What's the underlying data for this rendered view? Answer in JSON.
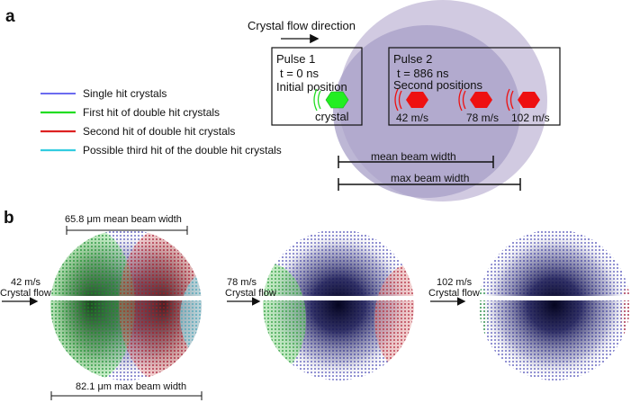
{
  "panel_a": {
    "label": "a",
    "flow_direction": "Crystal flow direction",
    "pulse1": {
      "title": "Pulse 1",
      "time": "t = 0 ns",
      "subtitle": "Initial position",
      "crystal_label": "crystal"
    },
    "pulse2": {
      "title": "Pulse 2",
      "time": "t = 886 ns",
      "subtitle": "Second positions",
      "speeds": [
        "42 m/s",
        "78 m/s",
        "102 m/s"
      ]
    },
    "mean_beam_width": "mean beam width",
    "max_beam_width": "max beam width",
    "legend": [
      {
        "label": "Single hit crystals",
        "color": "#6b6bf0"
      },
      {
        "label": "First hit of double hit crystals",
        "color": "#22dd22"
      },
      {
        "label": "Second hit of double hit crystals",
        "color": "#dd2222"
      },
      {
        "label": "Possible third hit of the double hit crystals",
        "color": "#33cce0"
      }
    ]
  },
  "panel_b": {
    "label": "b",
    "mean_width_label": "65.8 μm mean beam width",
    "max_width_label": "82.1 μm max beam width",
    "panels": [
      {
        "speed": "42 m/s",
        "flow": "Crystal flow"
      },
      {
        "speed": "78 m/s",
        "flow": "Crystal flow"
      },
      {
        "speed": "102 m/s",
        "flow": "Crystal flow"
      }
    ]
  },
  "colors": {
    "beam_outer": "#c9c1dc",
    "beam_inner": "#a79fc7",
    "beam_dark": "#10103a",
    "green": "#22dd22",
    "red": "#ee1111",
    "cyan": "#33cce0"
  }
}
